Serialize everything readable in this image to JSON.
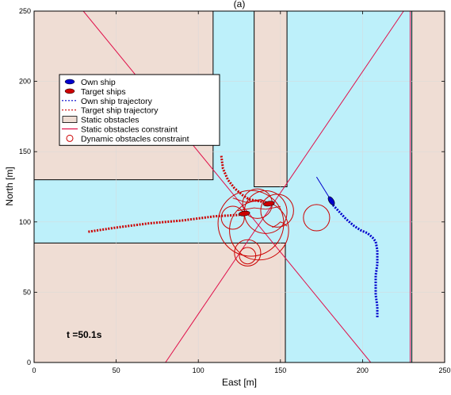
{
  "chart_data": {
    "type": "scatter",
    "title": "(a)",
    "xlabel": "East [m]",
    "ylabel": "North [m]",
    "xlim": [
      0,
      250
    ],
    "ylim": [
      0,
      250
    ],
    "xticks": [
      0,
      50,
      100,
      150,
      200,
      250
    ],
    "yticks": [
      0,
      50,
      100,
      150,
      200,
      250
    ],
    "grid": true,
    "annotation": "t =50.1s",
    "colors": {
      "water": "#bdf0fa",
      "land": "#efddd4",
      "constraint": "#e0104a",
      "own": "#0000cc",
      "target": "#cc0000",
      "grid": "#d9d9d9"
    },
    "legend": {
      "placement": "upper-left",
      "entries": [
        {
          "label": "Own ship",
          "symbol": "own-ship"
        },
        {
          "label": "Target ships",
          "symbol": "target-ship"
        },
        {
          "label": "Own ship trajectory",
          "symbol": "blue-dashed"
        },
        {
          "label": "Target ship trajectory",
          "symbol": "red-dashed"
        },
        {
          "label": "Static obstacles",
          "symbol": "land-box"
        },
        {
          "label": "Static obstacles constraint",
          "symbol": "red-line"
        },
        {
          "label": "Dynamic obstacles constraint",
          "symbol": "red-circle"
        }
      ]
    },
    "static_obstacles": [
      {
        "x": [
          0,
          109
        ],
        "y": [
          130,
          250
        ]
      },
      {
        "x": [
          0,
          153
        ],
        "y": [
          0,
          85
        ]
      },
      {
        "x": [
          134,
          154
        ],
        "y": [
          125,
          250
        ]
      },
      {
        "x": [
          230,
          250
        ],
        "y": [
          0,
          250
        ]
      }
    ],
    "static_constraint_lines": [
      {
        "x1": 30,
        "y1": 250,
        "x2": 205,
        "y2": 0
      },
      {
        "x1": 80,
        "y1": 0,
        "x2": 225,
        "y2": 250
      },
      {
        "x1": 229,
        "y1": 0,
        "x2": 229,
        "y2": 250
      }
    ],
    "own_ship": {
      "x": 181,
      "y": 115,
      "heading_line": [
        [
          172,
          132
        ],
        [
          181,
          115
        ]
      ]
    },
    "own_trajectory": {
      "x": [
        182,
        186,
        190,
        195,
        199,
        203,
        206,
        208,
        209,
        209,
        208,
        208,
        208,
        209,
        209
      ],
      "y": [
        112,
        107,
        102,
        97,
        94,
        92,
        89,
        86,
        80,
        70,
        62,
        55,
        48,
        40,
        32
      ]
    },
    "target_ships": [
      {
        "x": 128,
        "y": 106
      },
      {
        "x": 143,
        "y": 113
      }
    ],
    "target_trajectories": [
      {
        "x": [
          33,
          50,
          70,
          90,
          110,
          125
        ],
        "y": [
          93,
          96,
          99,
          101,
          104,
          105
        ]
      },
      {
        "x": [
          114,
          115,
          118,
          122,
          127,
          131,
          136,
          140
        ],
        "y": [
          147,
          138,
          130,
          124,
          119,
          116,
          115,
          114
        ]
      }
    ],
    "dynamic_constraints": [
      {
        "cx": 132,
        "cy": 99,
        "r": 20
      },
      {
        "cx": 137,
        "cy": 94,
        "r": 18
      },
      {
        "cx": 141,
        "cy": 107,
        "r": 13
      },
      {
        "cx": 148,
        "cy": 108,
        "r": 10
      },
      {
        "cx": 172,
        "cy": 103,
        "r": 8
      },
      {
        "cx": 130,
        "cy": 78,
        "r": 8
      },
      {
        "cx": 130,
        "cy": 76,
        "r": 5
      },
      {
        "cx": 136,
        "cy": 113,
        "r": 9
      },
      {
        "cx": 121,
        "cy": 103,
        "r": 7
      }
    ],
    "constraint_polylines": [
      {
        "x": [
          121,
          129,
          138,
          146
        ],
        "y": [
          117,
          114,
          116,
          112
        ]
      },
      {
        "x": [
          124,
          134,
          141,
          150
        ],
        "y": [
          108,
          110,
          109,
          111
        ]
      },
      {
        "x": [
          145,
          148,
          150,
          152,
          154
        ],
        "y": [
          96,
          98,
          100,
          99,
          97
        ]
      }
    ]
  }
}
